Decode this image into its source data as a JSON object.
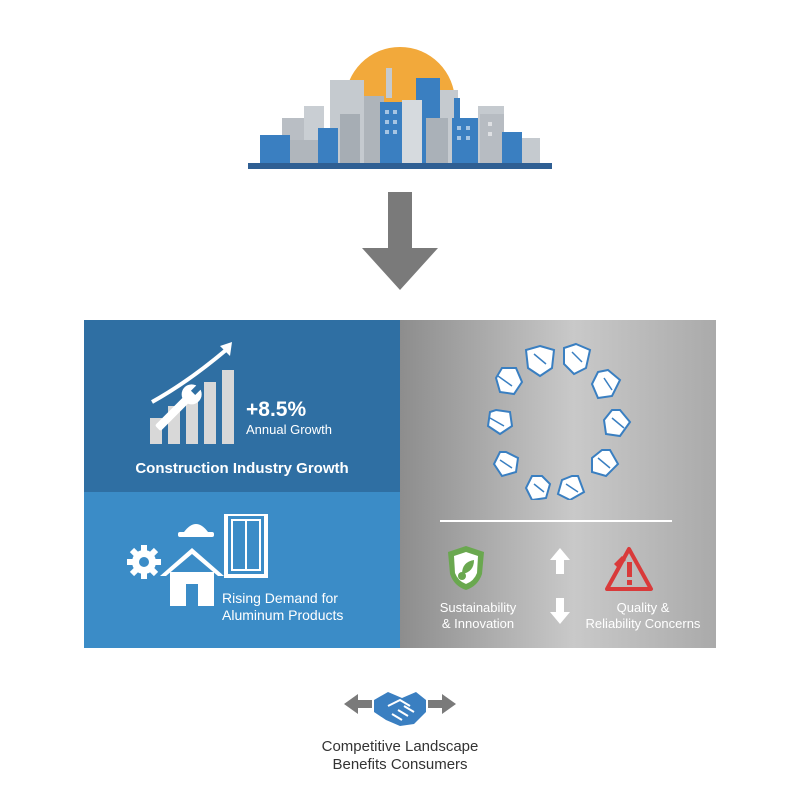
{
  "growth": {
    "value": "+8.5%",
    "caption": "Annual Growth",
    "title": "Construction Industry Growth"
  },
  "demand": {
    "line1": "Rising Demand for",
    "line2": "Aluminum Products"
  },
  "factors": {
    "sustainability_line1": "Sustainability",
    "sustainability_line2": "& Innovation",
    "quality_line1": "Quality &",
    "quality_line2": "Reliability Concerns"
  },
  "outcome": {
    "line1": "Competitive Landscape",
    "line2": "Benefits Consumers"
  },
  "icons": {
    "top": "city-skyline-icon",
    "arrow": "down-arrow-icon",
    "growth": "growth-chart-wrench-icon",
    "demand": [
      "gear-icon",
      "house-icon",
      "hard-hat-icon",
      "window-frame-icon"
    ],
    "ring": "shield-badge-ring-icon",
    "sustainability": "green-shield-leaf-icon",
    "quality": "warning-triangle-icon",
    "outcome": "handshake-icon"
  },
  "colors": {
    "panel_dark_blue": "#2f6fa3",
    "panel_light_blue": "#3b8cc7",
    "panel_gray": "#a9a9a9",
    "sun": "#f2a93b",
    "building_blue": "#3a7fc1",
    "building_gray": "#b9bec4",
    "green": "#6aa84f",
    "red": "#d93a3a",
    "arrow_gray": "#7a7a7a"
  }
}
